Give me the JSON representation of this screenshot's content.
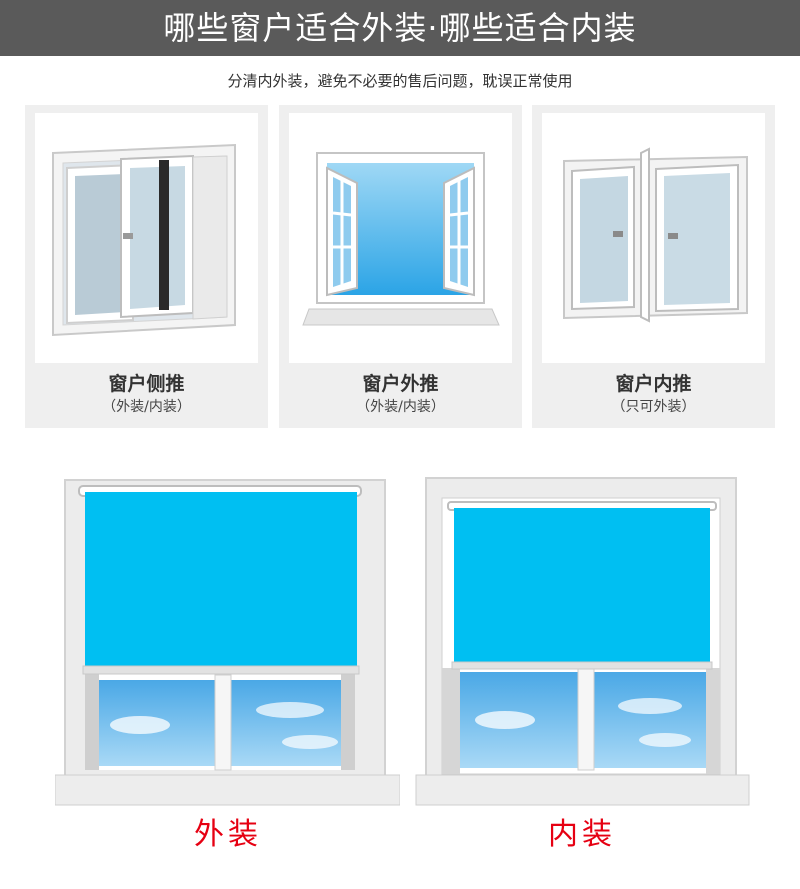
{
  "header": {
    "title": "哪些窗户适合外装·哪些适合内装",
    "subtitle": "分清内外装，避免不必要的售后问题，耽误正常使用"
  },
  "window_types": [
    {
      "name": "窗户侧推",
      "mount": "（外装/内装）"
    },
    {
      "name": "窗户外推",
      "mount": "（外装/内装）"
    },
    {
      "name": "窗户内推",
      "mount": "（只可外装）"
    }
  ],
  "install_examples": [
    {
      "label": "外装"
    },
    {
      "label": "内装"
    }
  ],
  "colors": {
    "banner": "#5a5a5a",
    "blind": "#00bff2",
    "accent_red": "#e60012",
    "card_bg": "#efefef"
  }
}
